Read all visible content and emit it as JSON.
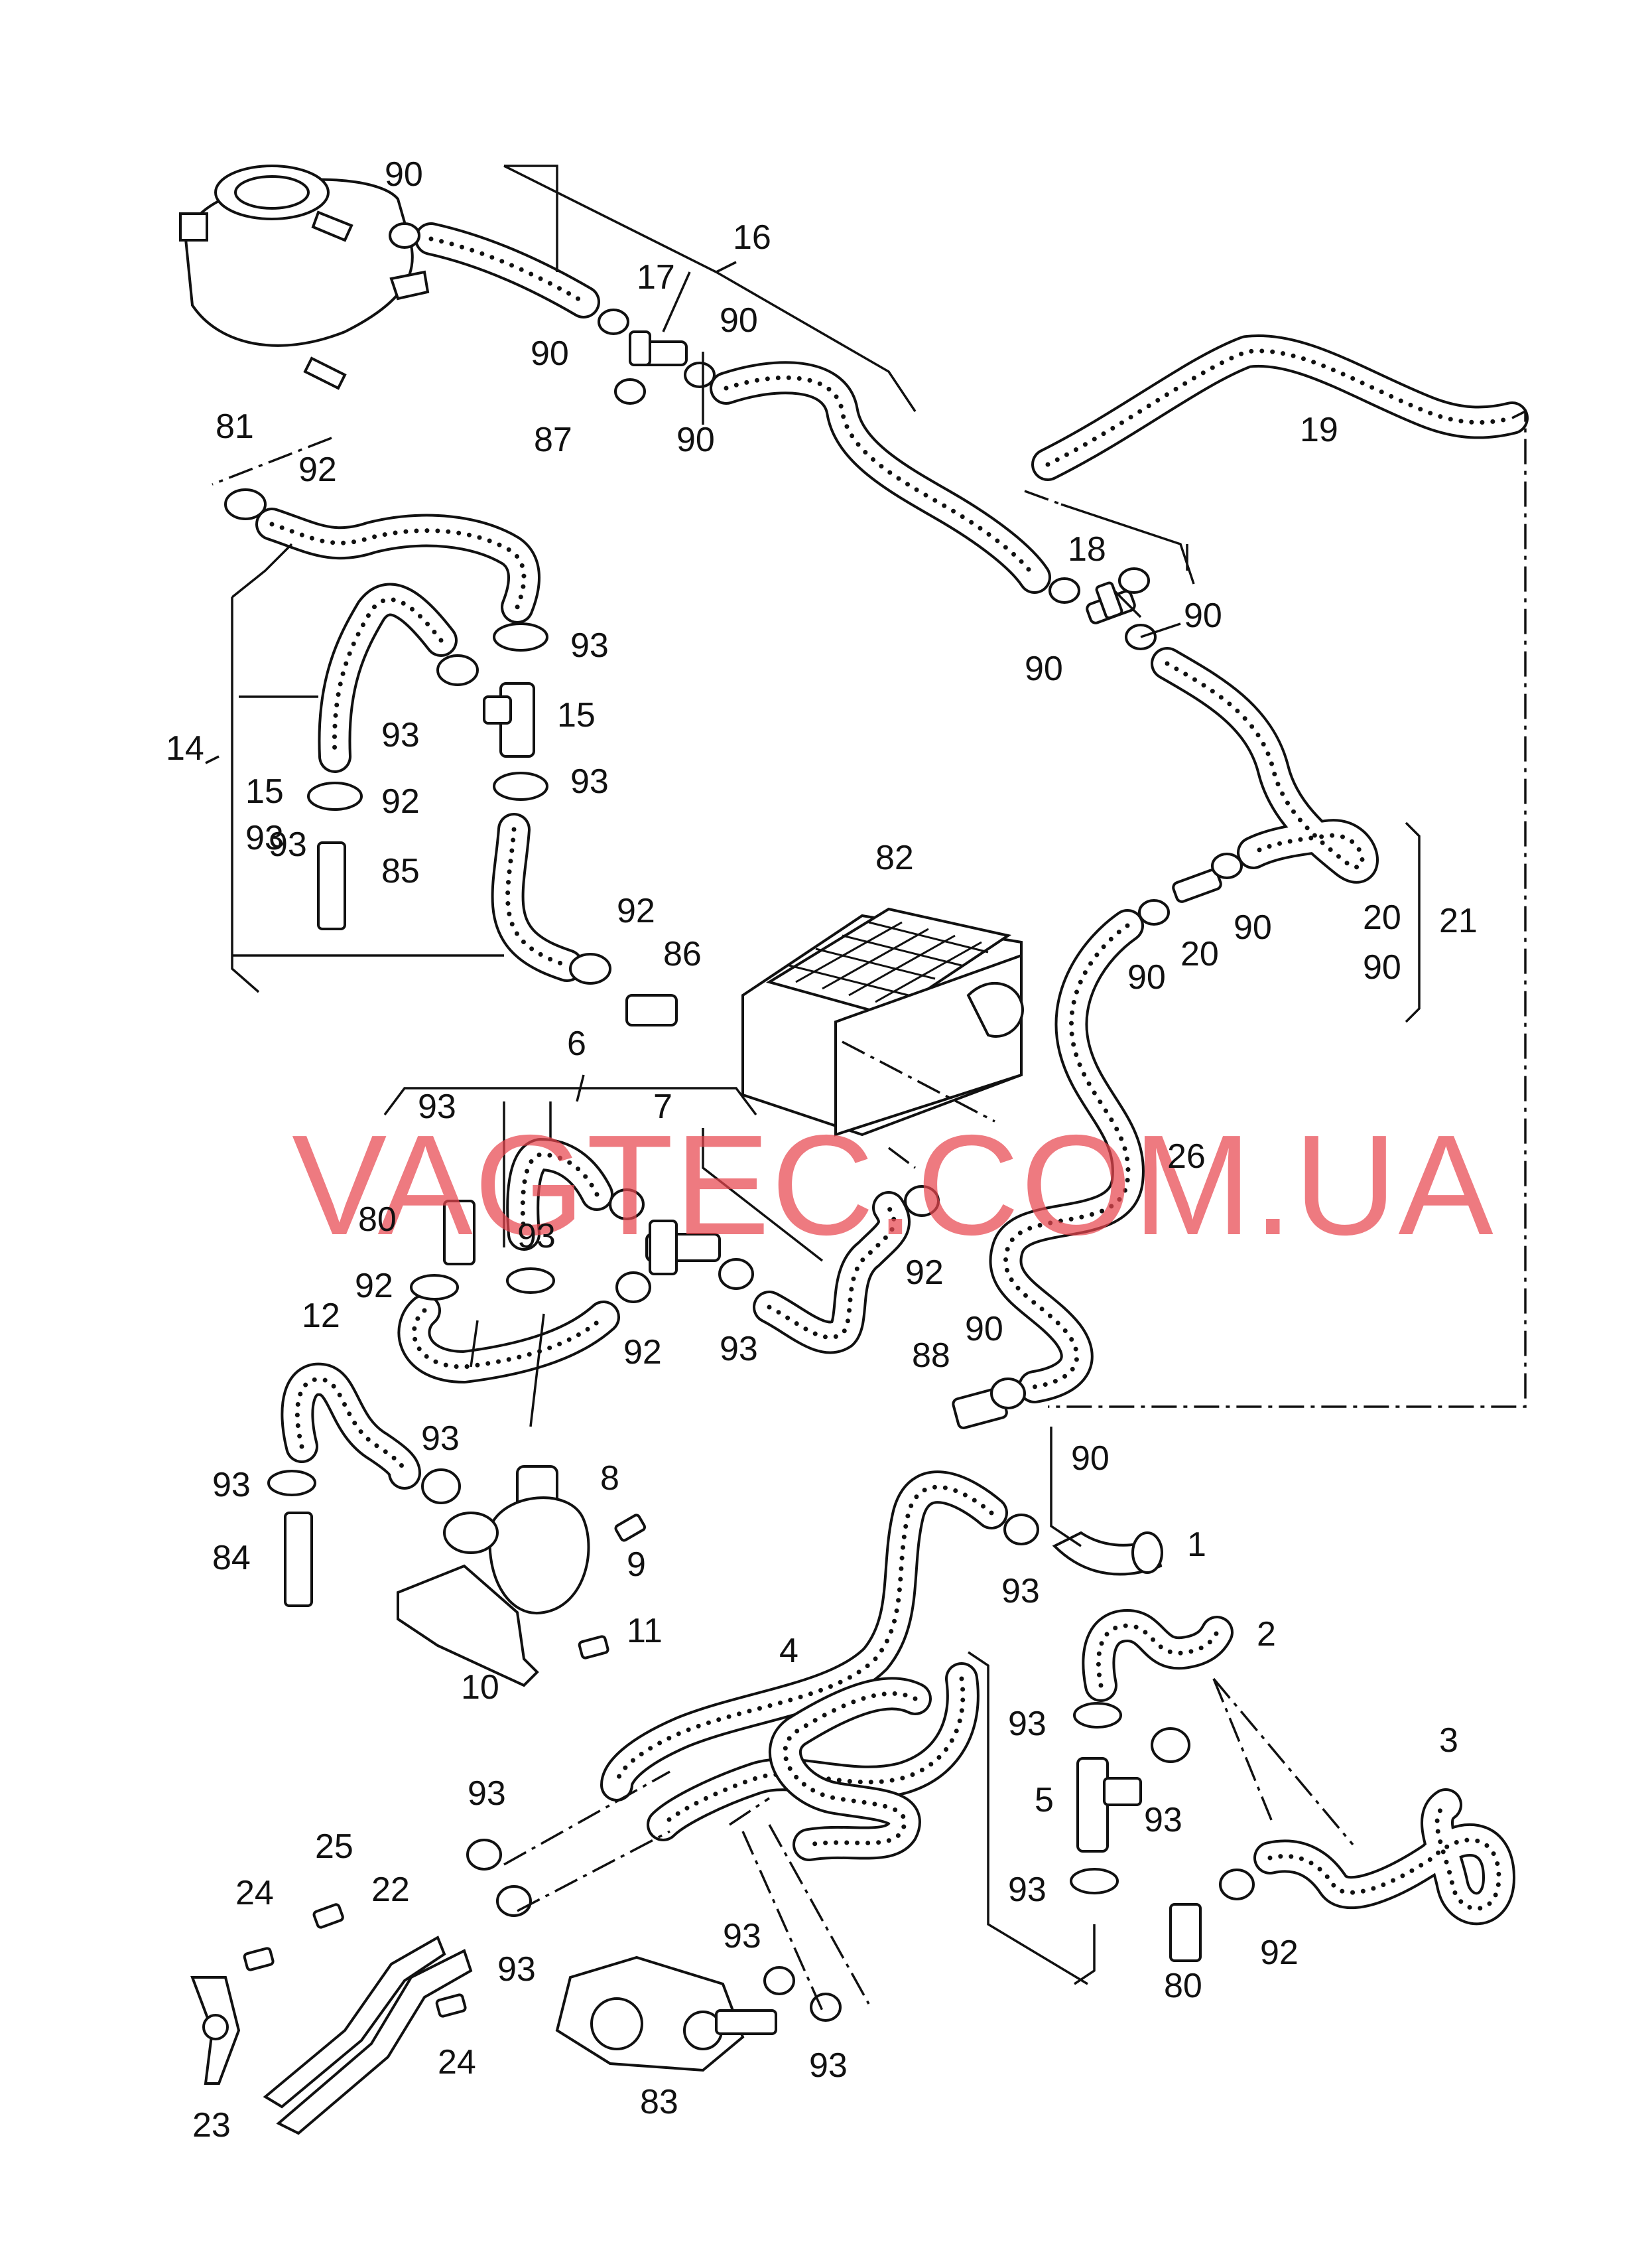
{
  "watermark": "VAGTEC.COM.UA",
  "callouts": {
    "c1": "1",
    "c2": "2",
    "c3": "3",
    "c4": "4",
    "c5": "5",
    "c6": "6",
    "c7": "7",
    "c8": "8",
    "c9": "9",
    "c10": "10",
    "c11": "11",
    "c12": "12",
    "c14": "14",
    "c15a": "15",
    "c15b": "15",
    "c16": "16",
    "c17": "17",
    "c18": "18",
    "c19": "19",
    "c20a": "20",
    "c20b": "20",
    "c21": "21",
    "c22": "22",
    "c23": "23",
    "c24a": "24",
    "c24b": "24",
    "c25": "25",
    "c26": "26",
    "c80a": "80",
    "c80b": "80",
    "c81": "81",
    "c82": "82",
    "c83": "83",
    "c84": "84",
    "c85": "85",
    "c86": "86",
    "c87": "87",
    "c88": "88",
    "c90a": "90",
    "c90b": "90",
    "c90c": "90",
    "c90d": "90",
    "c90e": "90",
    "c90f": "90",
    "c90g": "90",
    "c90h": "90",
    "c90i": "90",
    "c90j": "90",
    "c90k": "90",
    "c92a": "92",
    "c92b": "92",
    "c92c": "92",
    "c92d": "92",
    "c92e": "92",
    "c92f": "92",
    "c92g": "92",
    "c93a": "93",
    "c93b": "93",
    "c93c": "93",
    "c93d": "93",
    "c93e": "93",
    "c93f": "93",
    "c93g": "93",
    "c93h": "93",
    "c93i": "93",
    "c93j": "93",
    "c93k": "93",
    "c93l": "93",
    "c93m": "93",
    "c93n": "93",
    "c93o": "93",
    "c93p": "93",
    "c93q": "93",
    "c93r": "93"
  }
}
